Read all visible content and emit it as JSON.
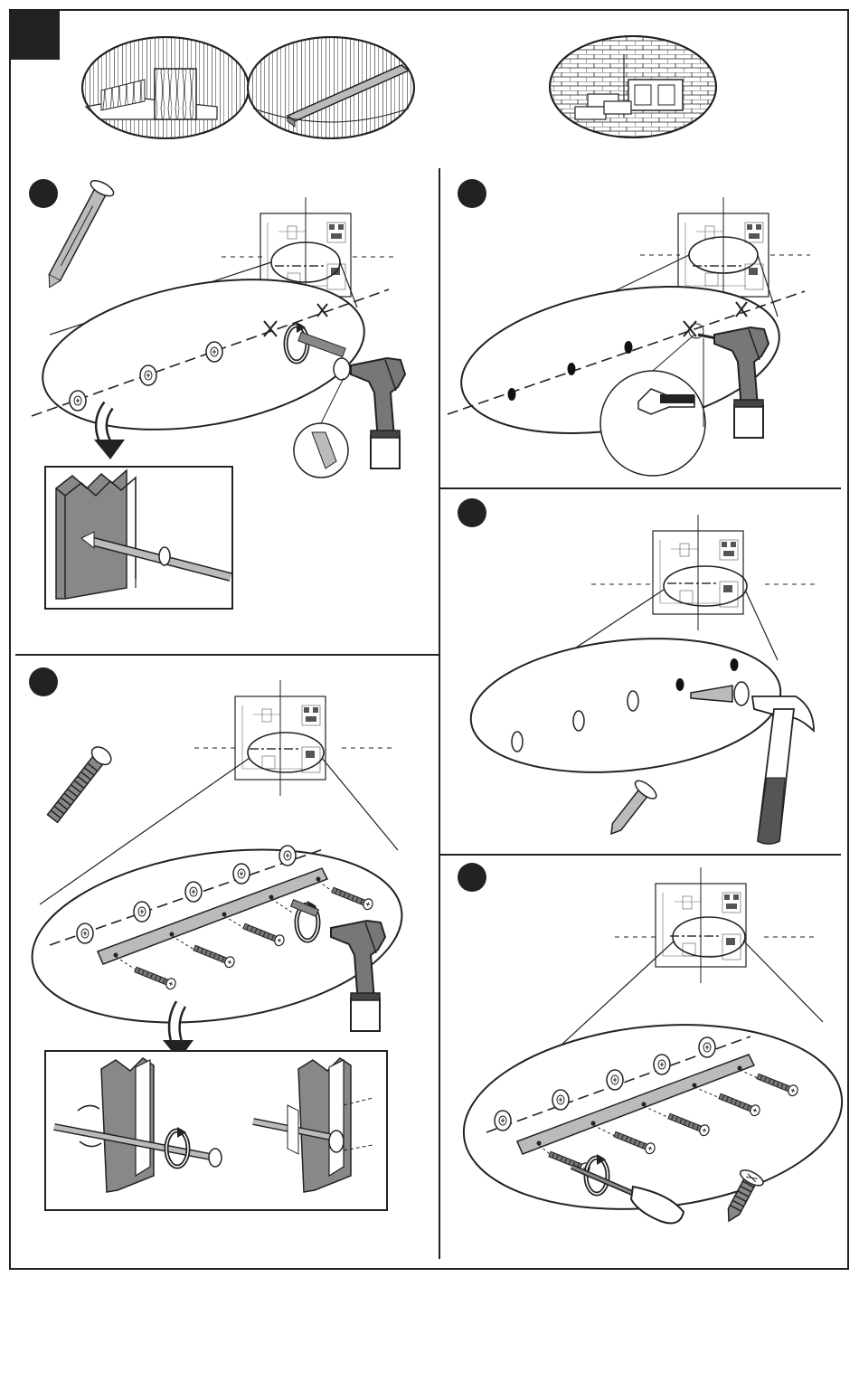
{
  "page": {
    "steps": [
      {
        "id": "left-1"
      },
      {
        "id": "right-1"
      },
      {
        "id": "right-2"
      },
      {
        "id": "left-2"
      },
      {
        "id": "right-3"
      }
    ]
  },
  "colors": {
    "ink": "#222222",
    "mid_gray": "#888888",
    "light_gray": "#bbbbbb",
    "paper": "#ffffff"
  },
  "icons": [
    "wood-stud-wall-icon",
    "metal-stud-wall-icon",
    "masonry-wall-icon",
    "toggle-anchor-icon",
    "drill-icon",
    "screw-icon",
    "hammer-icon",
    "screwdriver-icon",
    "pin-anchor-icon",
    "wall-bracket-icon"
  ]
}
